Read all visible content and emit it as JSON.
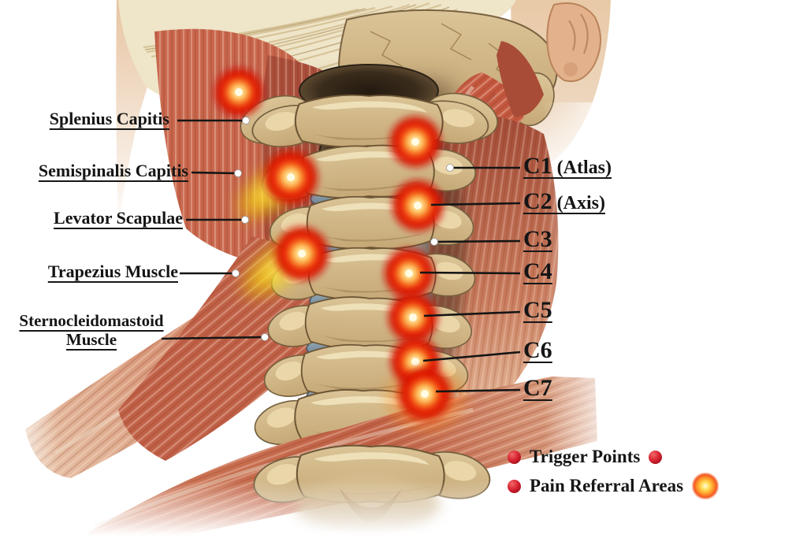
{
  "figure": {
    "description": "Cervical spine posterior-lateral anatomy with myofascial trigger points"
  },
  "labels": {
    "muscles": [
      {
        "name": "Splenius Capitis"
      },
      {
        "name": "Semispinalis Capitis"
      },
      {
        "name": "Levator Scapulae"
      },
      {
        "name": "Trapezius Muscle"
      },
      {
        "name": "Sternocleidomastoid Muscle"
      }
    ],
    "vertebrae": [
      {
        "name": "C1",
        "suffix": " (Atlas)"
      },
      {
        "name": "C2",
        "suffix": " (Axis)"
      },
      {
        "name": "C3",
        "suffix": ""
      },
      {
        "name": "C4",
        "suffix": ""
      },
      {
        "name": "C5",
        "suffix": ""
      },
      {
        "name": "C6",
        "suffix": ""
      },
      {
        "name": "C7",
        "suffix": ""
      }
    ]
  },
  "legend": {
    "items": [
      {
        "label": "Trigger Points",
        "marker": "red-dot"
      },
      {
        "label": "Pain Referral Areas",
        "marker": "glow-burst"
      }
    ]
  },
  "markers": {
    "trigger_points": [
      {
        "at": "splenius-capitis"
      },
      {
        "at": "c1"
      },
      {
        "at": "semispinalis-capitis"
      },
      {
        "at": "c2"
      },
      {
        "at": "levator-scapulae"
      },
      {
        "at": "c4"
      },
      {
        "at": "c5"
      },
      {
        "at": "c6"
      },
      {
        "at": "c7"
      }
    ],
    "pain_referral_areas": [
      {
        "at": "semispinalis-capitis"
      },
      {
        "at": "levator-scapulae"
      },
      {
        "at": "c7"
      }
    ]
  },
  "colors": {
    "trigger_red": "#e41506",
    "referral_yellow": "#f2d20e",
    "bone": "#d9c194",
    "disc": "#7f95a5",
    "muscle": "#c26048",
    "legend_dot": "#d92432",
    "label_text": "#151515"
  }
}
